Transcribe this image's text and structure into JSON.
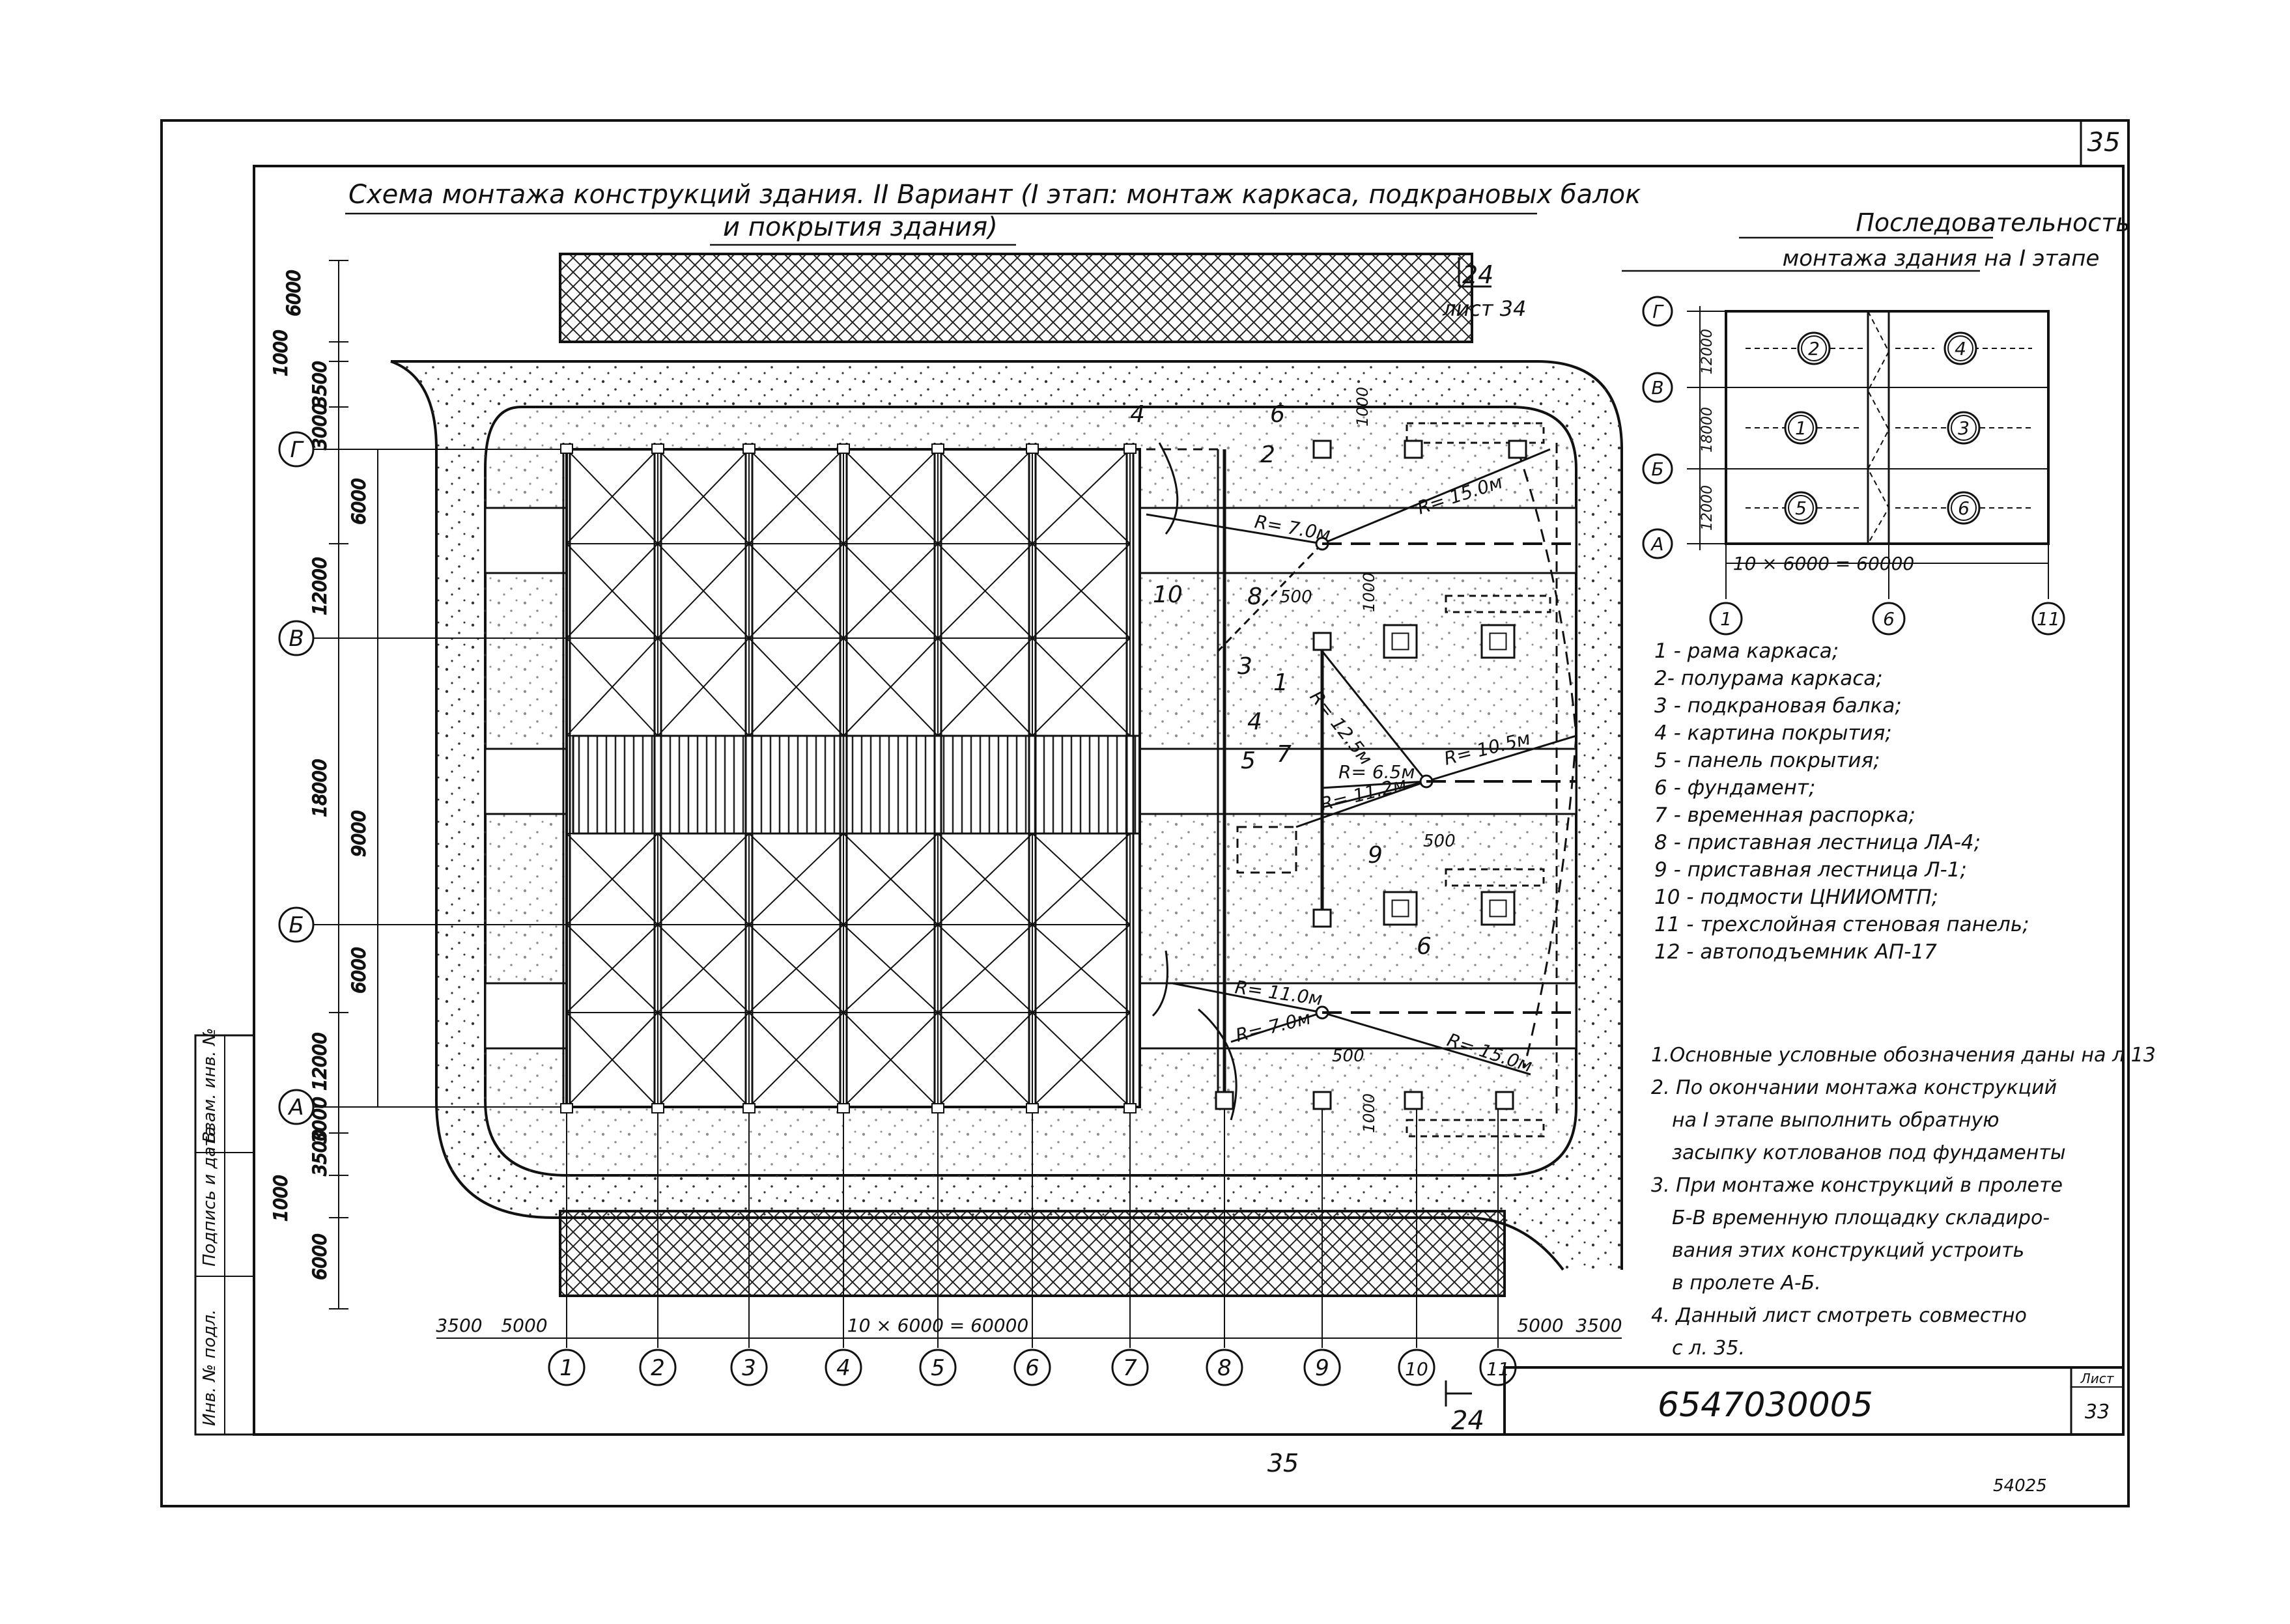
{
  "sheet": {
    "page_number_top": "35",
    "page_number_bottom": "35",
    "stamp_bottom_right": "54025",
    "drawing_code": "6547030005",
    "title_block_label": "Лист",
    "title_block_sheet": "33"
  },
  "title": {
    "line1": "Схема монтажа конструкций здания. II Вариант (I этап: монтаж каркаса, подкрановых балок",
    "line2": "и покрытия здания)"
  },
  "section_ref": {
    "number": "24",
    "sheet": "лист 34",
    "bottom_number": "24"
  },
  "axes_letters": [
    "Г",
    "В",
    "Б",
    "А"
  ],
  "axes_numbers": [
    "1",
    "2",
    "3",
    "4",
    "5",
    "6",
    "7",
    "8",
    "9",
    "10",
    "11"
  ],
  "left_dims": [
    "6000",
    "1000",
    "3500",
    "3000",
    "6000",
    "12000",
    "18000",
    "9000",
    "6000",
    "12000",
    "3000",
    "3500",
    "1000",
    "6000"
  ],
  "bottom_dims": {
    "left1": "3500",
    "left2": "5000",
    "main": "10 × 6000 = 60000",
    "right1": "5000",
    "right2": "3500"
  },
  "plan_labels": {
    "radii": [
      "R= 7.0м",
      "R= 15.0м",
      "R= 12.5м",
      "R= 10.5м",
      "R= 6.5м",
      "R= 11.2м",
      "R= 11.0м",
      "R= 7.0м",
      "R= 15.0м"
    ],
    "dims": [
      "1000",
      "500",
      "1000",
      "500",
      "500",
      "1000"
    ],
    "callouts": [
      "4",
      "2",
      "6",
      "8",
      "10",
      "3",
      "1",
      "4",
      "5",
      "7",
      "9",
      "6"
    ]
  },
  "sequence": {
    "title1": "Последовательность",
    "title2": "монтажа здания на I этапе",
    "rows": [
      "Г",
      "В",
      "Б",
      "А"
    ],
    "row_dims": [
      "12000",
      "18000",
      "12000"
    ],
    "cols": [
      "1",
      "6",
      "11"
    ],
    "bottom_dim": "10 × 6000 = 60000",
    "cells": [
      "2",
      "4",
      "1",
      "3",
      "5",
      "6"
    ]
  },
  "legend": [
    "1 - рама каркаса;",
    "2- полурама каркаса;",
    "3 - подкрановая балка;",
    "4 - картина покрытия;",
    "5 - панель покрытия;",
    "6 - фундамент;",
    "7 - временная распорка;",
    "8 - приставная лестница ЛА-4;",
    "9 - приставная лестница Л-1;",
    "10 - подмости ЦНИИОМТП;",
    "11 - трехслойная стеновая панель;",
    "12 - автоподъемник АП-17"
  ],
  "notes": [
    "1.Основные условные обозначения даны на л 13",
    "2. По окончании монтажа конструкций",
    "на I этапе выполнить обратную",
    "засыпку котлованов под фундаменты",
    "3. При монтаже конструкций в пролете",
    "Б-В временную площадку складиро-",
    "вания этих конструкций устроить",
    "в пролете А-Б.",
    "4. Данный лист смотреть совместно",
    "с л. 35."
  ],
  "side_stamp": [
    "Инв. № подл.",
    "Подпись и дата",
    "Взам. инв. №"
  ]
}
